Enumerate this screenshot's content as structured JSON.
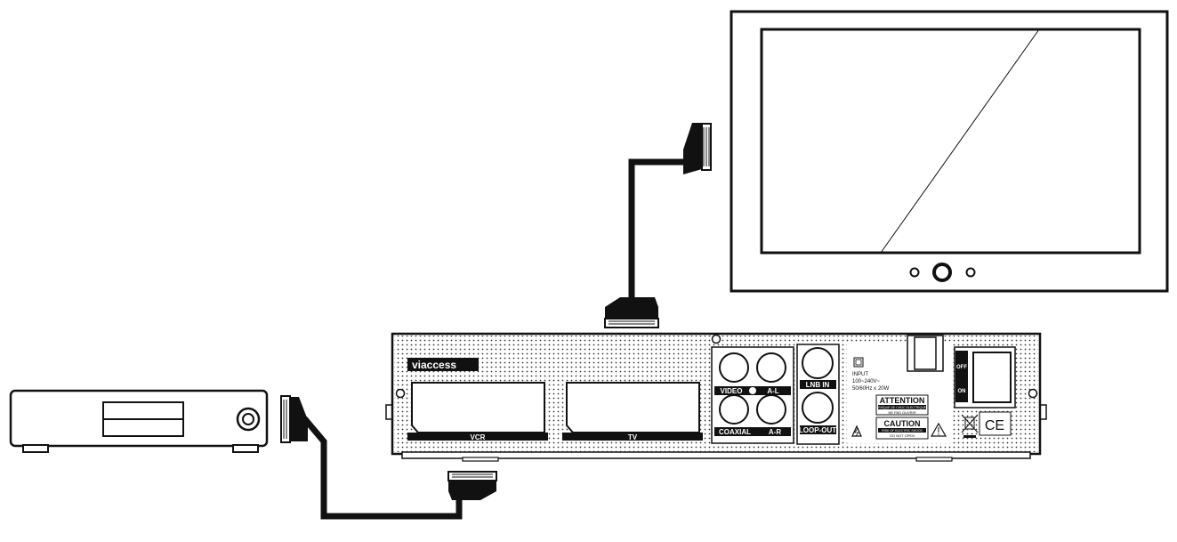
{
  "receiver": {
    "brand": "viaccess",
    "scart_labels": {
      "vcr": "VCR",
      "tv": "TV"
    },
    "rca_labels": {
      "video": "VIDEO",
      "audio_left": "A-L",
      "coaxial": "COAXIAL",
      "audio_right": "A-R"
    },
    "lnb_labels": {
      "lnb_in": "LNB IN",
      "loop_out": "LOOP-OUT"
    },
    "power_info": {
      "line1": "INPUT",
      "line2": "100~240V~",
      "line3": "50/60Hz ≤ 20W"
    },
    "attention_title": "ATTENTION",
    "attention_text_1": "RISQUE DE CHOC ELECTRIQUE",
    "attention_text_2": "NE PAS OUVRIR",
    "caution_title": "CAUTION",
    "caution_text_1": "RISK OF ELECTRIC SHOCK",
    "caution_text_2": "DO NOT OPEN",
    "switch_labels": {
      "off": "OFF",
      "on": "ON"
    },
    "ce_mark": "CE"
  }
}
